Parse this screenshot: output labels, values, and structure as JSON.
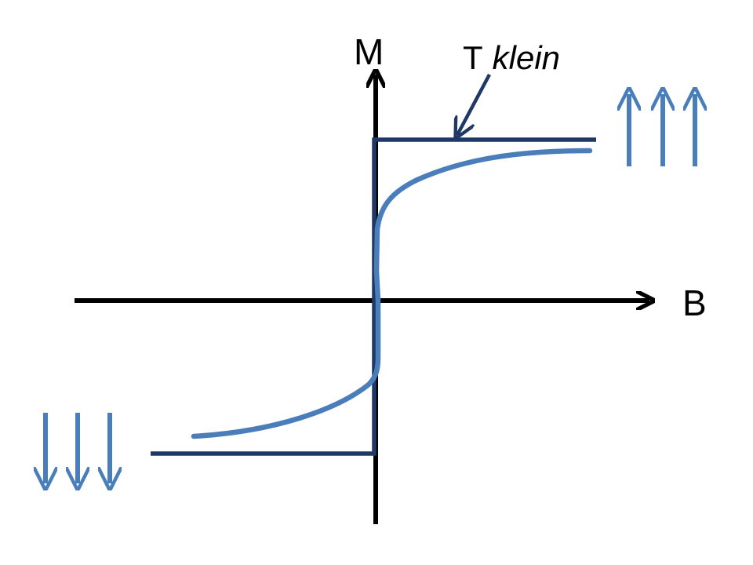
{
  "diagram": {
    "axes": {
      "y_label": "M",
      "x_label": "B"
    },
    "annotation": {
      "prefix": "T",
      "italic_word": "klein"
    },
    "colors": {
      "axis": "#000000",
      "step_curve": "#1f3864",
      "smooth_curve": "#4a7ebb",
      "spin_arrows": "#4a7ebb",
      "background": "#ffffff"
    },
    "spin_groups": {
      "upper_right": {
        "direction": "up",
        "count": 3
      },
      "lower_left": {
        "direction": "down",
        "count": 3
      }
    }
  }
}
